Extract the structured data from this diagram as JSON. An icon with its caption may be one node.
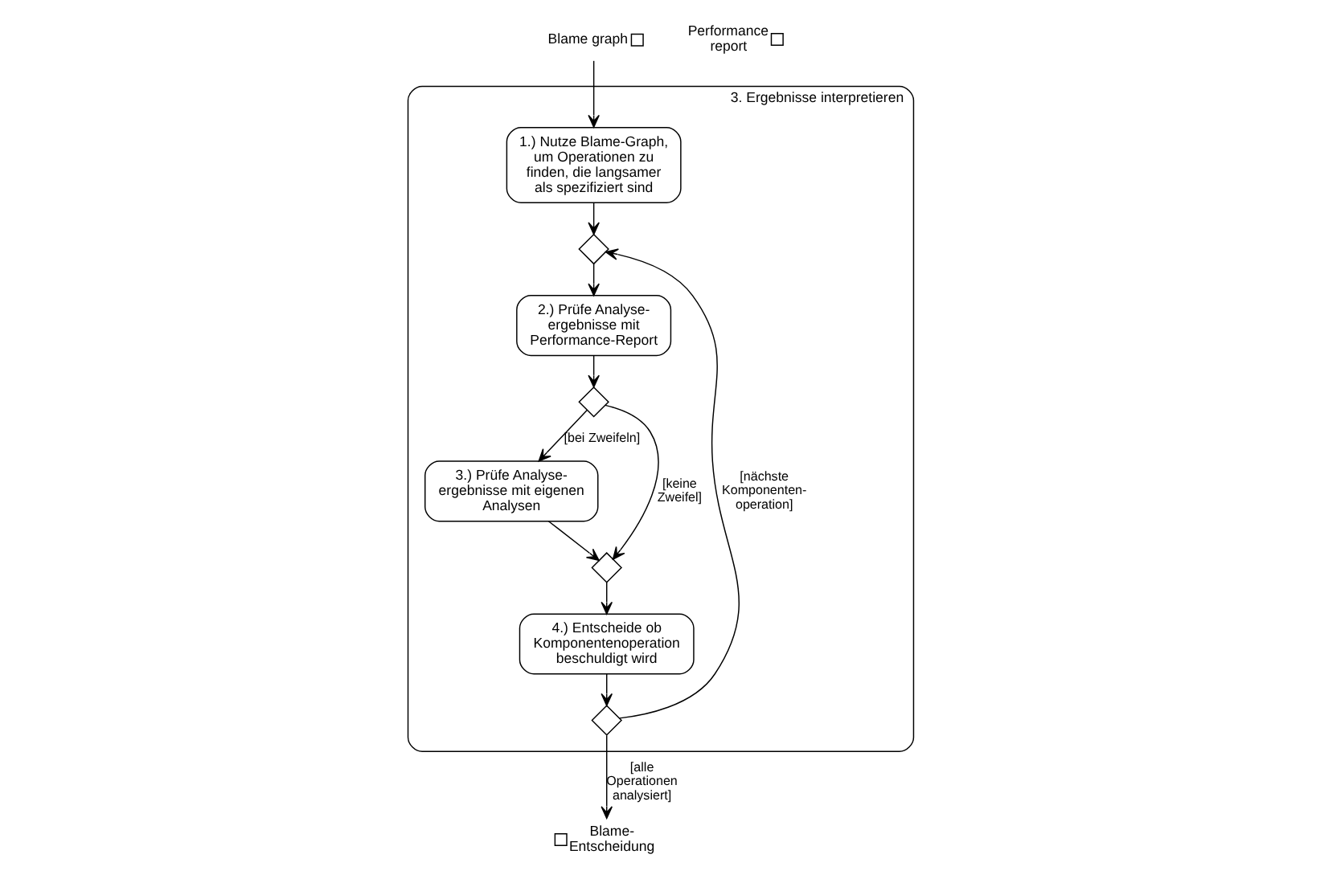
{
  "diagram": {
    "nodes": [
      {
        "text": [
          "3. Ergebnisse interpretieren"
        ]
      },
      {
        "text": [
          "Blame graph"
        ]
      },
      {
        "text": [
          "Performance report"
        ]
      },
      {
        "text": [
          "1.) Nutze Blame-Graph, um Operationen zu finden, die langsamer als spezifiziert sind"
        ],
        "in": 0
      },
      {
        "text": [],
        "shape": "diamond",
        "in": 0
      },
      {
        "text": [
          "2.) Prüfe Analyse- ergebnisse mit Performance-Report"
        ],
        "in": 0
      },
      {
        "text": [],
        "shape": "diamond",
        "in": 0
      },
      {
        "text": [
          "3.) Prüfe Analyse- ergebnisse mit eigenen Analysen"
        ],
        "in": 0
      },
      {
        "text": [],
        "shape": "diamond",
        "in": 0
      },
      {
        "text": [
          "4.) Entscheide ob Komponentenoperation beschuldigt wird"
        ],
        "in": 0
      },
      {
        "text": [],
        "shape": "diamond",
        "in": 0
      },
      {
        "text": [
          "Blame- Entscheidung"
        ]
      }
    ],
    "edges": [
      {
        "from": 1,
        "to": 3,
        "arrow": "to"
      },
      {
        "from": 3,
        "to": 4,
        "arrow": "to"
      },
      {
        "from": 4,
        "to": 5,
        "arrow": "to"
      },
      {
        "from": 5,
        "to": 6,
        "arrow": "to"
      },
      {
        "from": 6,
        "to": 7,
        "arrow": "to",
        "label": "[bei Zweifeln]"
      },
      {
        "from": 6,
        "to": 8,
        "arrow": "to",
        "label": "[keine Zweifel]"
      },
      {
        "from": 7,
        "to": 8,
        "arrow": "to"
      },
      {
        "from": 8,
        "to": 9,
        "arrow": "to"
      },
      {
        "from": 9,
        "to": 10,
        "arrow": "to"
      },
      {
        "from": 10,
        "to": 4,
        "arrow": "to",
        "label": "[nächste Komponenten- operation]"
      },
      {
        "from": 10,
        "to": 11,
        "arrow": "to",
        "label": "[alle Operationen analysiert]"
      }
    ]
  }
}
